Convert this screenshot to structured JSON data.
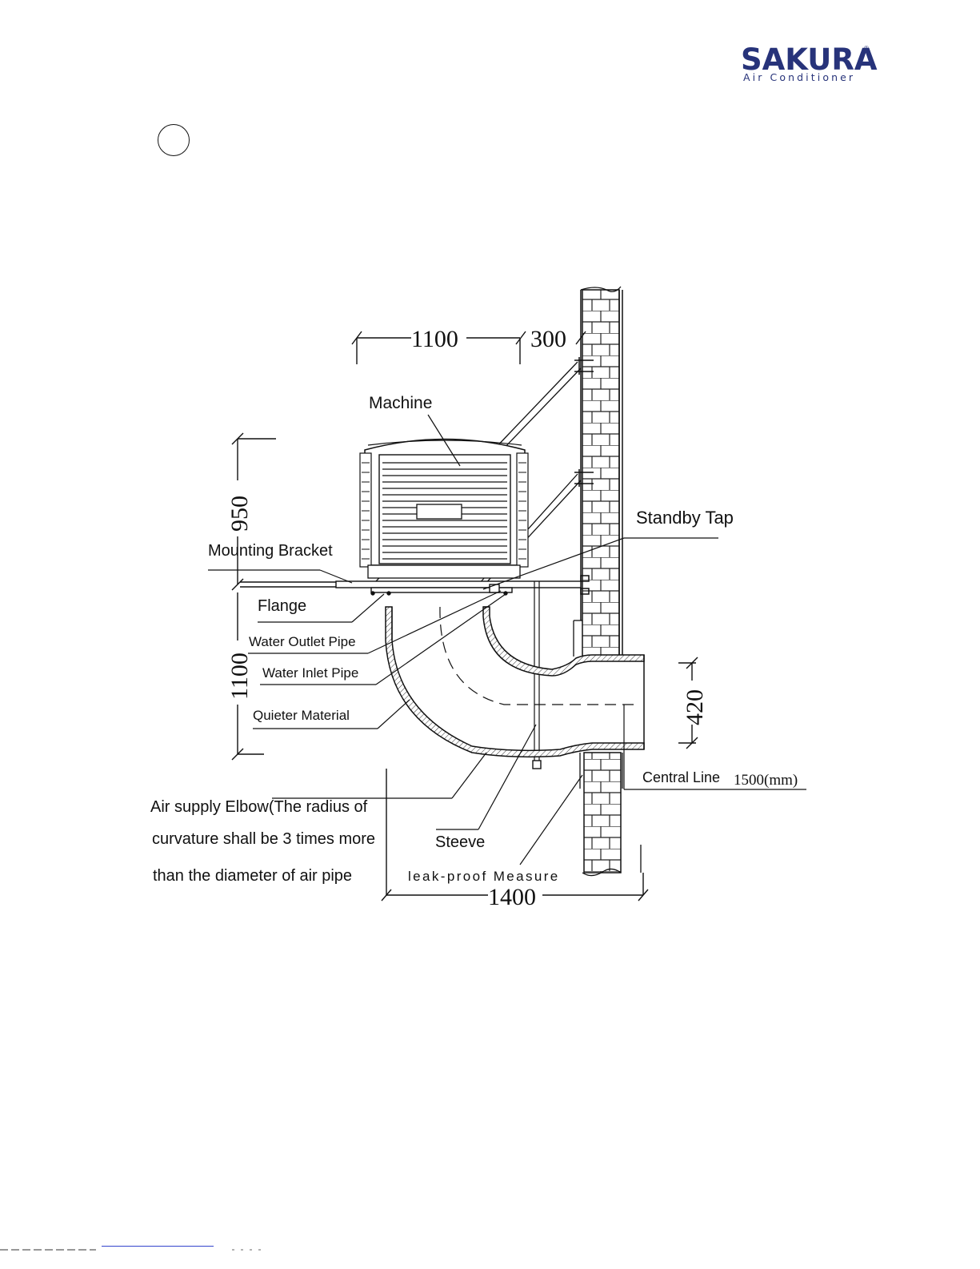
{
  "brand": {
    "name": "SAKURA",
    "registered": "®",
    "tagline": "Air Conditioner",
    "color": "#27337a"
  },
  "diagram": {
    "labels": {
      "machine": "Machine",
      "standby_tap": "Standby Tap",
      "mounting_bracket": "Mounting Bracket",
      "flange": "Flange",
      "water_outlet_pipe": "Water Outlet Pipe",
      "water_inlet_pipe": "Water Inlet Pipe",
      "quieter_material": "Quieter Material",
      "air_supply_elbow_1": "Air supply Elbow(The radius of",
      "air_supply_elbow_2": "curvature shall be 3 times more",
      "air_supply_elbow_3": "than the diameter of air pipe",
      "steeve": "Steeve",
      "leak_proof": "leak-proof Measure",
      "central_line": "Central Line"
    },
    "dimensions": {
      "width_machine": "1100",
      "gap_to_wall": "300",
      "height_machine": "950",
      "height_elbow": "1100",
      "duct_diameter": "420",
      "total_length": "1500(mm)",
      "bottom_width": "1400"
    }
  }
}
